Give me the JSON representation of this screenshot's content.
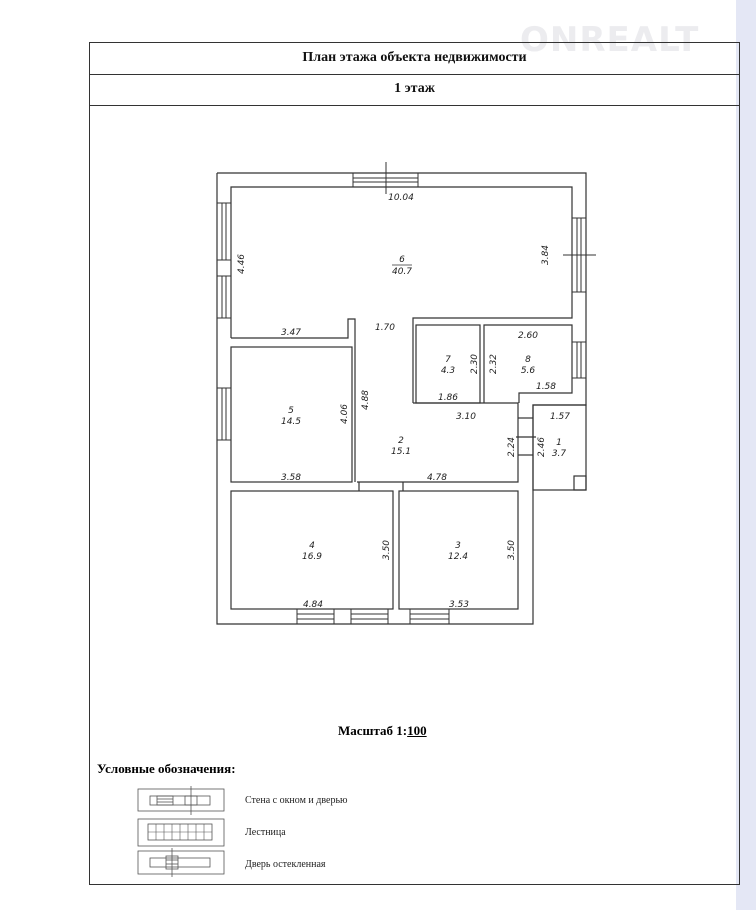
{
  "title": "План этажа объекта недвижимости",
  "floor": "1 этаж",
  "watermark": "ONREALT",
  "rooms": [
    {
      "num": "1",
      "area": "3.7"
    },
    {
      "num": "2",
      "area": "15.1"
    },
    {
      "num": "3",
      "area": "12.4"
    },
    {
      "num": "4",
      "area": "16.9"
    },
    {
      "num": "5",
      "area": "14.5"
    },
    {
      "num": "6",
      "area": "40.7"
    },
    {
      "num": "7",
      "area": "4.3"
    },
    {
      "num": "8",
      "area": "5.6"
    }
  ],
  "dims": {
    "d1004": "10.04",
    "d446": "4.46",
    "d384": "3.84",
    "d347": "3.47",
    "d170": "1.70",
    "d230": "2.30",
    "d232": "2.32",
    "d260": "2.60",
    "d158": "1.58",
    "d186": "1.86",
    "d310": "3.10",
    "d157": "1.57",
    "d406": "4.06",
    "d488": "4.88",
    "d224": "2.24",
    "d246": "2.46",
    "d358": "3.58",
    "d478": "4.78",
    "d350a": "3.50",
    "d350b": "3.50",
    "d484": "4.84",
    "d353": "3.53"
  },
  "scale": {
    "label": "Масштаб 1:",
    "value": "100"
  },
  "legend": {
    "title": "Условные обозначения:",
    "items": [
      "Стена с окном и дверью",
      "Лестница",
      "Дверь остекленная"
    ]
  }
}
